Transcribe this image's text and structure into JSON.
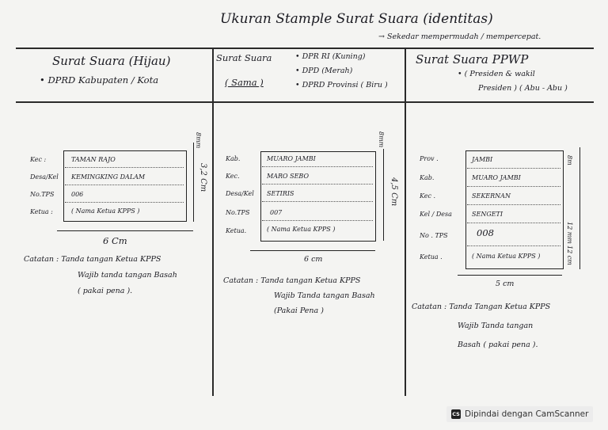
{
  "header": {
    "title": "Ukuran Stample Surat Suara (identitas)",
    "subtitle": "→ Sekedar mempermudah / mempercepat."
  },
  "col1": {
    "title": "Surat Suara  (Hijau)",
    "subtitle": "• DPRD  Kabupaten / Kota",
    "fields": [
      "Kec :",
      "Desa/Kel",
      "No.TPS",
      "Ketua :"
    ],
    "values": [
      "TAMAN  RAJO",
      "KEMINGKING  DALAM",
      "006",
      "( Nama  Ketua  KPPS )"
    ],
    "height_label": "3,2  Cm",
    "top_label": "8mm",
    "width_label": "6  Cm",
    "note": [
      "Catatan :  Tanda  tangan  Ketua KPPS",
      "Wajib  tanda  tangan  Basah",
      "( pakai  pena )."
    ]
  },
  "col2": {
    "title": "Surat  Suara",
    "items": [
      "• DPR RI  (Kuning)",
      "• DPD     (Merah)",
      "• DPRD  Provinsi ( Biru )"
    ],
    "same_label": "( Sama )",
    "fields": [
      "Kab.",
      "Kec.",
      "Desa/Kel",
      "No.TPS",
      "Ketua."
    ],
    "values": [
      "MUARO  JAMBI",
      "MARO  SEBO",
      "SETIRIS",
      "007",
      "( Nama   Ketua  KPPS )"
    ],
    "height_label": "4,5  Cm",
    "top_label": "8mm",
    "width_label": "6  cm",
    "note": [
      "Catatan :  Tanda  tangan  Ketua  KPPS",
      "Wajib  Tanda  tangan  Basah",
      "(Pakai  Pena )"
    ]
  },
  "col3": {
    "title": "Surat  Suara  PPWP",
    "items": [
      "• ( Presiden  &  wakil",
      "Presiden )  ( Abu - Abu )"
    ],
    "fields": [
      "Prov .",
      "Kab.",
      "Kec .",
      "Kel / Desa",
      "No . TPS",
      "Ketua ."
    ],
    "values": [
      "JAMBI",
      "MUARO  JAMBI",
      "SEKERNAN",
      "SENGETI",
      "008",
      "( Nama  Ketua  KPPS )"
    ],
    "side_labels": [
      "8m",
      "12 mm",
      "12 cm"
    ],
    "width_label": "5  cm",
    "note": [
      "Catatan :  Tanda  Tangan  Ketua  KPPS",
      "Wajib  Tanda  tangan",
      "Basah  ( pakai  pena )."
    ]
  },
  "footer": {
    "icon_text": "CS",
    "scanner_label": "Dipindai dengan CamScanner"
  }
}
